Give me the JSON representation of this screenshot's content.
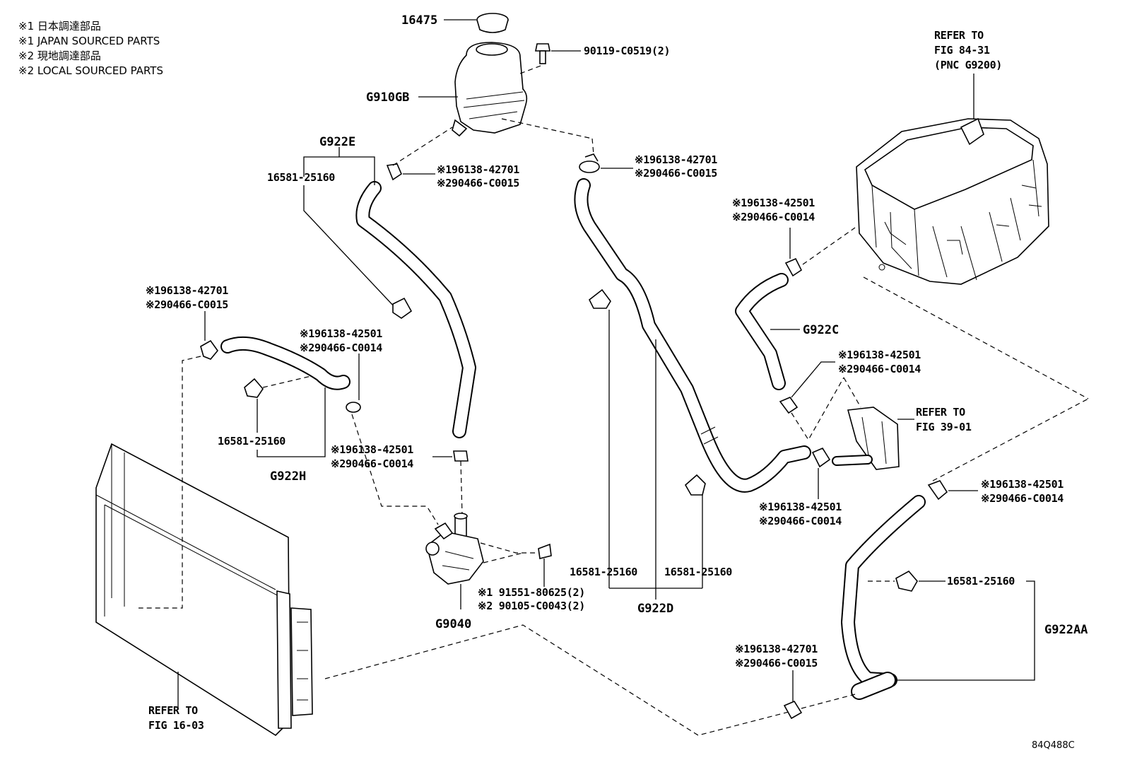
{
  "notes": {
    "l1": "※1 日本調達部品",
    "l2": "※1 JAPAN SOURCED PARTS",
    "l3": "※2 現地調達部品",
    "l4": "※2 LOCAL SOURCED PARTS"
  },
  "parts": {
    "p16475": "16475",
    "p90119": "90119-C0519(2)",
    "g910gb": "G910GB",
    "g922e": "G922E",
    "h1": "16581-25160",
    "c1a": "※196138-42701",
    "c1b": "※290466-C0015",
    "c2a": "※196138-42701",
    "c2b": "※290466-C0015",
    "c3a": "※196138-42501",
    "c3b": "※290466-C0014",
    "c4a": "※196138-42701",
    "c4b": "※290466-C0015",
    "c5a": "※196138-42501",
    "c5b": "※290466-C0014",
    "h2": "16581-25160",
    "g922h": "G922H",
    "c6a": "※196138-42501",
    "c6b": "※290466-C0014",
    "g922c": "G922C",
    "c7a": "※196138-42501",
    "c7b": "※290466-C0014",
    "c8a": "※196138-42501",
    "c8b": "※290466-C0014",
    "c9a": "※196138-42501",
    "c9b": "※290466-C0014",
    "bolt1": "※1 91551-80625(2)",
    "bolt2": "※2 90105-C0043(2)",
    "g9040": "G9040",
    "h3": "16581-25160",
    "h4": "16581-25160",
    "g922d": "G922D",
    "h5": "16581-25160",
    "g922aa": "G922AA",
    "c10a": "※196138-42701",
    "c10b": "※290466-C0015",
    "ref_inv_1": "REFER TO",
    "ref_inv_2": "FIG 84-31",
    "ref_inv_3": "(PNC G9200)",
    "ref_39_1": "REFER TO",
    "ref_39_2": "FIG 39-01",
    "ref_16_1": "REFER TO",
    "ref_16_2": "FIG 16-03",
    "code": "84Q488C"
  }
}
